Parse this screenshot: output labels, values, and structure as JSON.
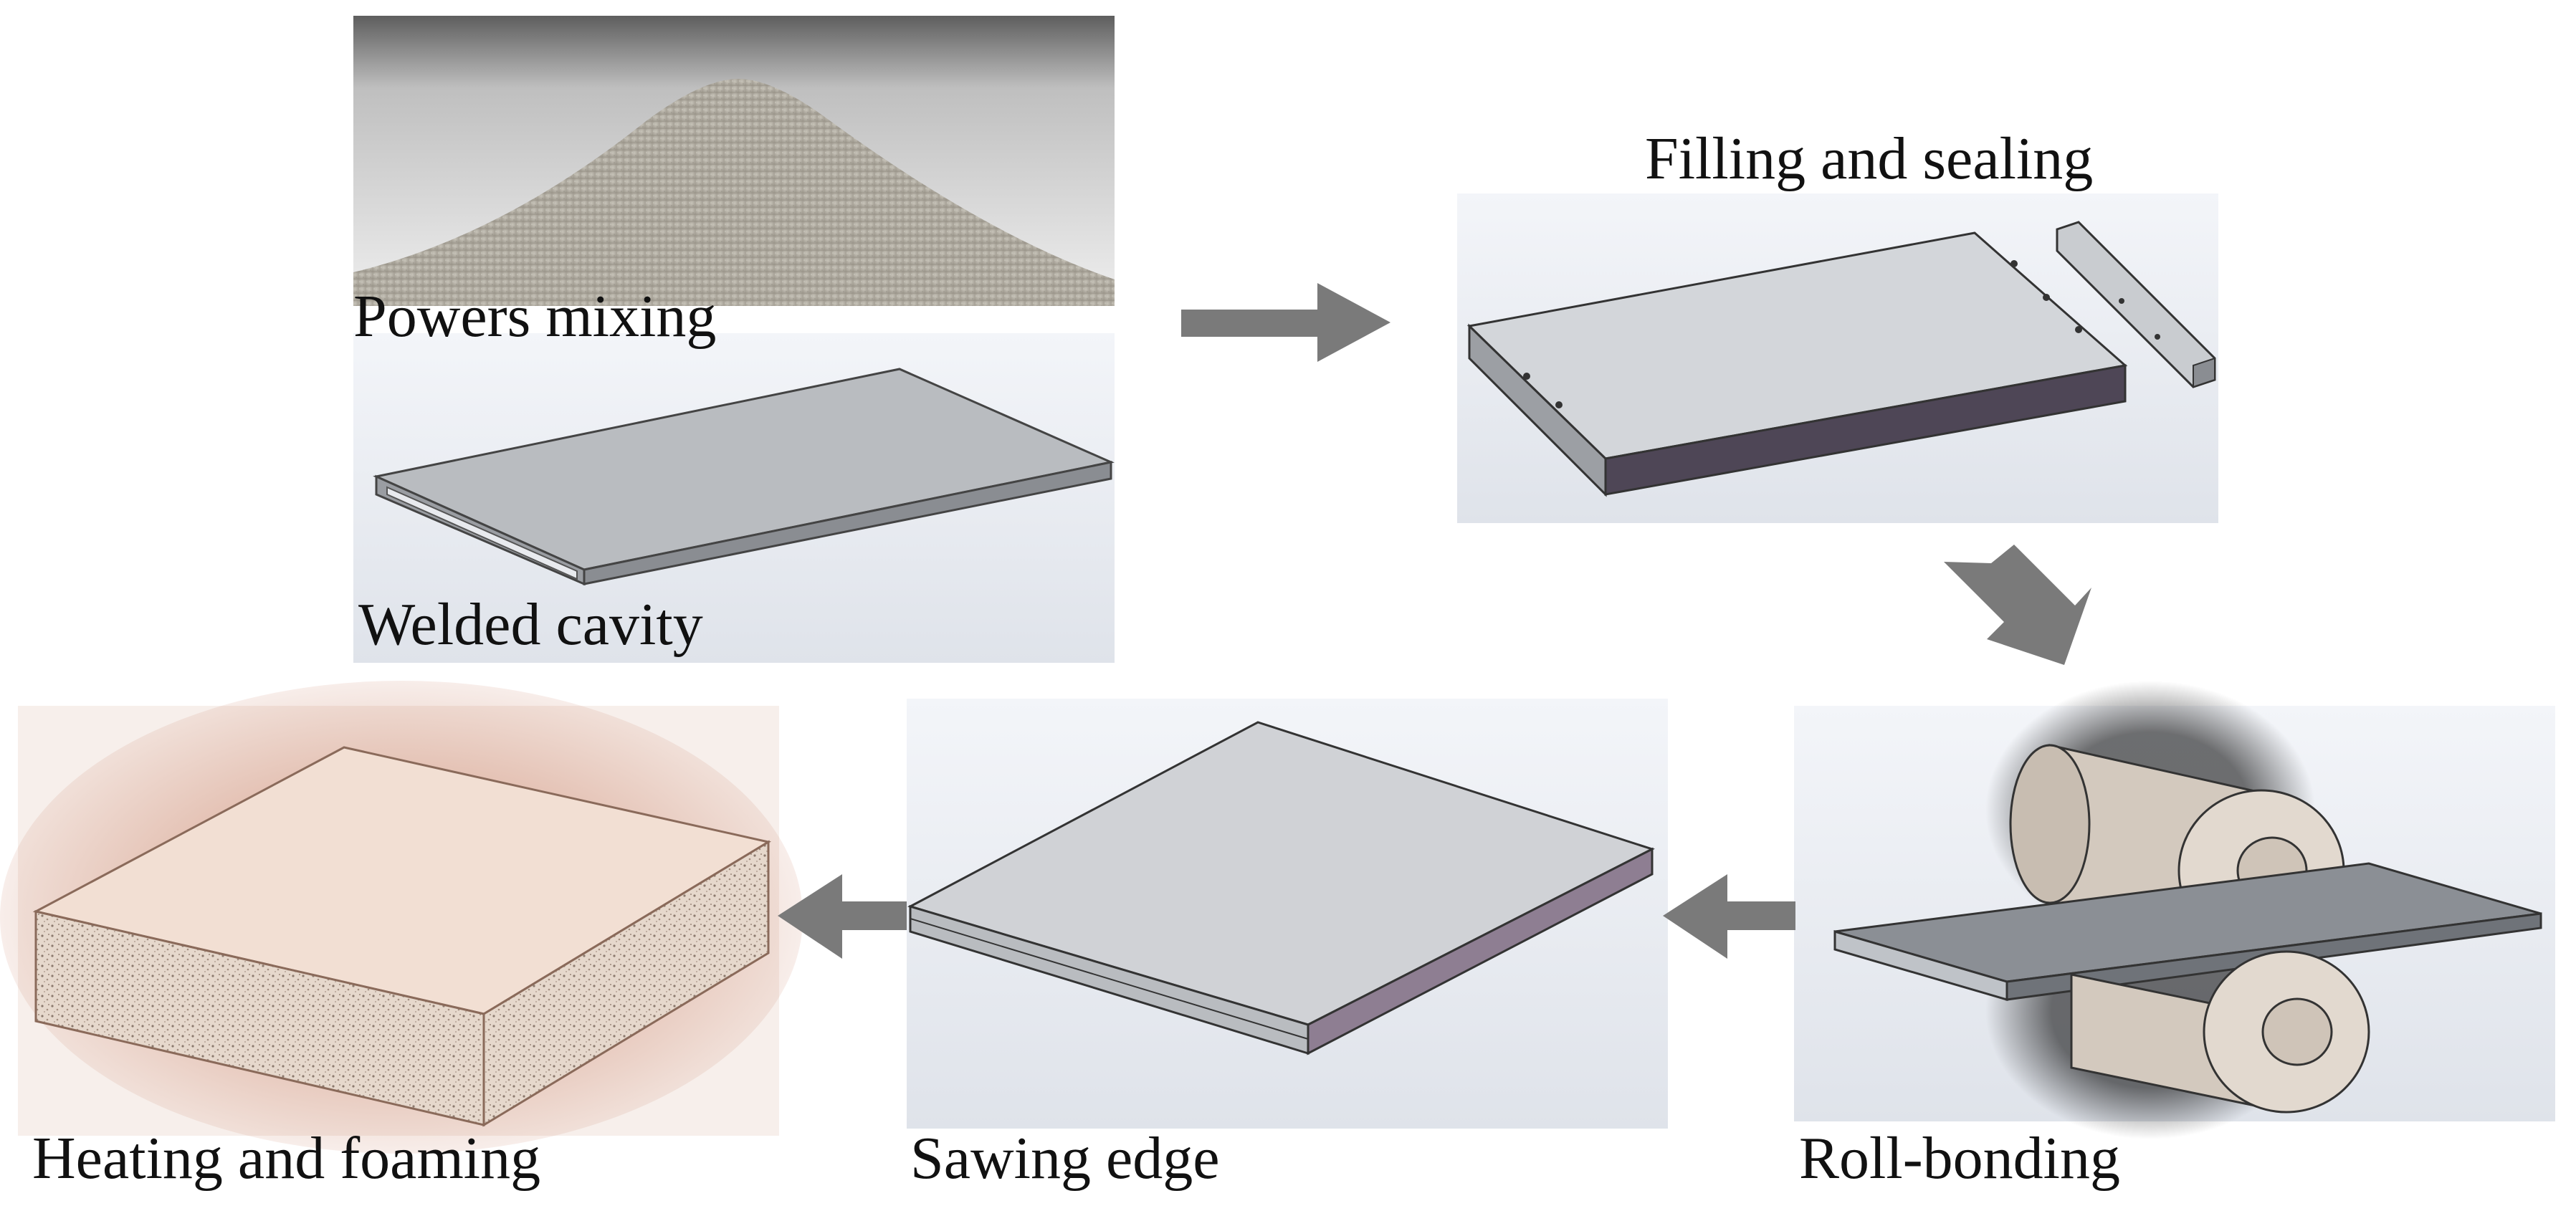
{
  "steps": {
    "powders": {
      "label": "Powers mixing"
    },
    "cavity": {
      "label": "Welded cavity"
    },
    "filling": {
      "label": "Filling and sealing"
    },
    "roll": {
      "label": "Roll-bonding"
    },
    "sawing": {
      "label": "Sawing edge"
    },
    "heating": {
      "label": "Heating and foaming"
    }
  },
  "colors": {
    "arrow": "#7a7a7a",
    "panel_bg": "#e6e9f0",
    "plate_top": "#c9ccd0",
    "plate_side": "#8d9096",
    "plate_edge_dark": "#4a4452",
    "powder": "#b4b0a6",
    "foam_top": "#f2ddd0",
    "foam_side": "#d8c9bd",
    "roller": "#d8cfc4"
  },
  "icons": [
    "arrow-right-icon",
    "arrow-down-right-icon",
    "arrow-left-icon"
  ]
}
